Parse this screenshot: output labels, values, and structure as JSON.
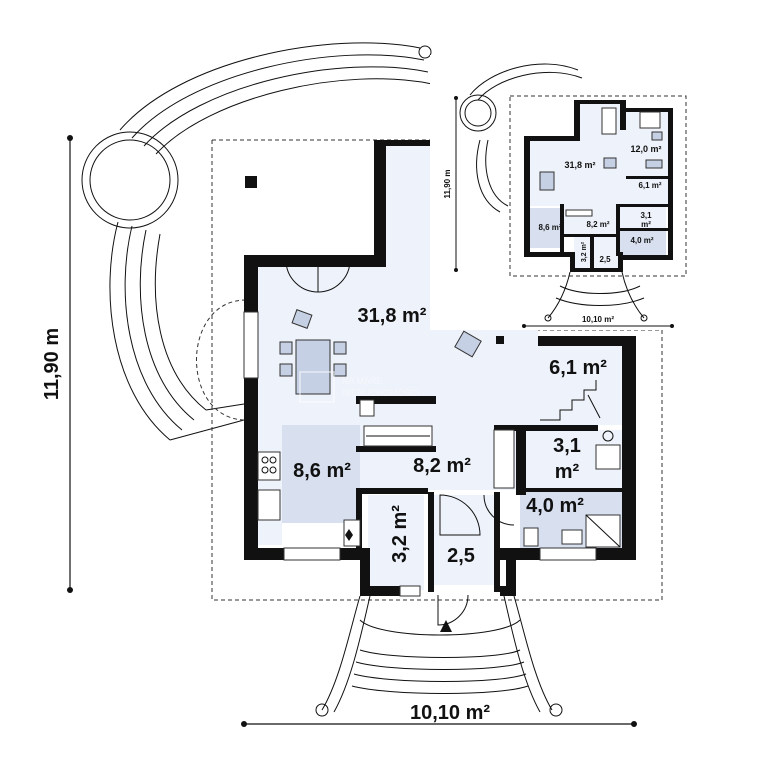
{
  "main_plan": {
    "dimensions": {
      "height": "11,90 m",
      "width": "10,10 m²"
    },
    "rooms": {
      "living": "31,8 m²",
      "kitchen": "8,6 m²",
      "hall": "8,2 m²",
      "stairs": "6,1 m²",
      "room_3_1_line1": "3,1",
      "room_3_1_line2": "m²",
      "bath": "4,0 m²",
      "closet": "3,2 m²",
      "vestibule": "2,5"
    },
    "watermark": {
      "line1": "NA MARE",
      "line2": "NIERUCHOMOŚCI"
    }
  },
  "thumbnail": {
    "dimensions": {
      "height": "11,90 m",
      "width": "10,10 m²"
    },
    "rooms": {
      "living": "31,8 m²",
      "bedroom": "12,0 m²",
      "stairs": "6,1 m²",
      "kitchen": "8,6 m²",
      "hall": "8,2 m²",
      "room_3_1_line1": "3,1",
      "room_3_1_line2": "m²",
      "bath": "4,0 m²",
      "closet": "3,2 m²",
      "vestibule": "2,5"
    }
  }
}
